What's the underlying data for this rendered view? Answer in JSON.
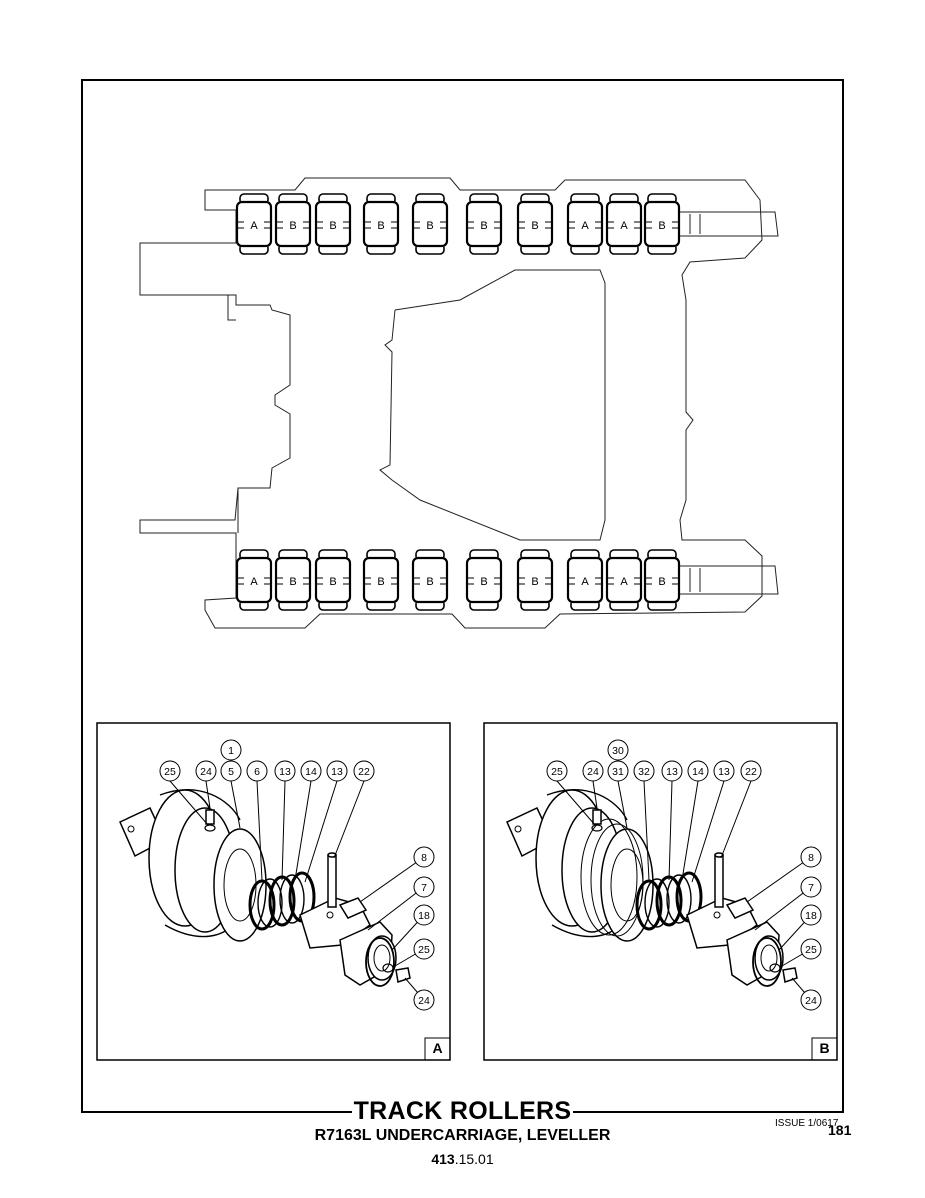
{
  "roller_rows": {
    "top": [
      "A",
      "B",
      "B",
      "B",
      "B",
      "B",
      "B",
      "A",
      "A",
      "B"
    ],
    "bottom": [
      "A",
      "B",
      "B",
      "B",
      "B",
      "B",
      "B",
      "A",
      "A",
      "B"
    ]
  },
  "detail_a": {
    "panel_label": "A",
    "callouts": [
      "1",
      "25",
      "24",
      "5",
      "6",
      "13",
      "14",
      "13",
      "22",
      "8",
      "7",
      "18",
      "25",
      "24"
    ]
  },
  "detail_b": {
    "panel_label": "B",
    "callouts": [
      "30",
      "25",
      "24",
      "31",
      "32",
      "13",
      "14",
      "13",
      "22",
      "8",
      "7",
      "18",
      "25",
      "24"
    ]
  },
  "footer": {
    "title": "TRACK ROLLERS",
    "subtitle": "R7163L UNDERCARRIAGE, LEVELLER",
    "code_bold": "413",
    "code_rest": ".15.01",
    "issue": "ISSUE 1/06",
    "issue_overlap": "17",
    "page_number": "181"
  }
}
